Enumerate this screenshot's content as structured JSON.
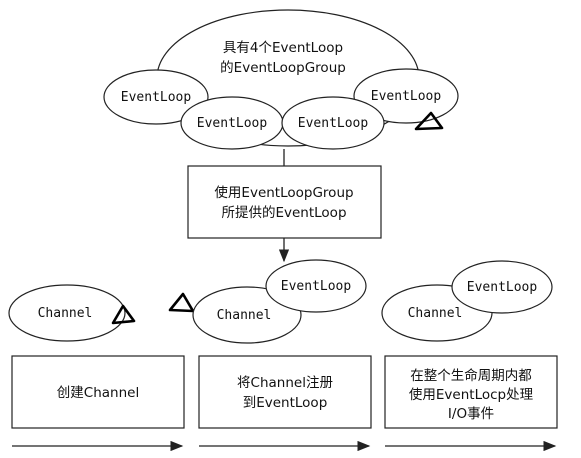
{
  "group": {
    "title_line1": "具有4个EventLoop",
    "title_line2": "的EventLoopGroup"
  },
  "loops": [
    "EventLoop",
    "EventLoop",
    "EventLoop",
    "EventLoop"
  ],
  "assign_box": {
    "line1": "使用EventLoopGroup",
    "line2": "所提供的EventLoop"
  },
  "stages": [
    {
      "channel": "Channel",
      "eventloop": "",
      "caption": [
        "创建Channel"
      ]
    },
    {
      "channel": "Channel",
      "eventloop": "EventLoop",
      "caption": [
        "将Channel注册",
        "到EventLoop"
      ]
    },
    {
      "channel": "Channel",
      "eventloop": "EventLoop",
      "caption": [
        "在整个生命周期内都",
        "使用EventLocp处理",
        "I/O事件"
      ]
    }
  ]
}
